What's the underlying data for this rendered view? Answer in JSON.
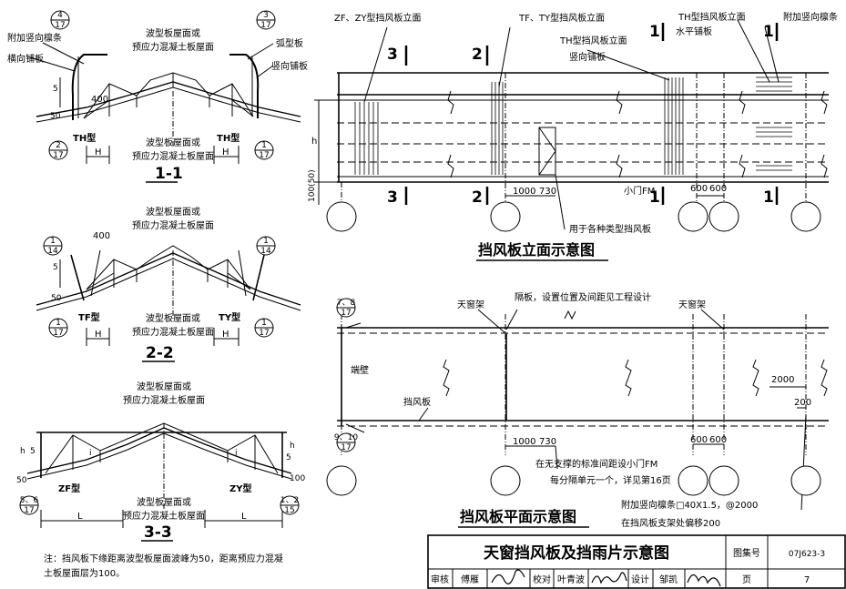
{
  "section_1": {
    "title": "1-1",
    "label_added_purlin": "附加竖向檩条",
    "label_horizontal_board": "横向铺板",
    "label_arc_board": "弧型板",
    "label_vertical_board": "竖向铺板",
    "roof_top_line1": "波型板屋面或",
    "roof_top_line2": "预应力混凝土板屋面",
    "roof_bottom_line1": "波型板屋面或",
    "roof_bottom_line2": "预应力混凝土板屋面",
    "type_left": "TH型",
    "type_right": "TH型",
    "ref_tl_num": "4",
    "ref_tl_den": "17",
    "ref_tr_num": "3",
    "ref_tr_den": "17",
    "ref_bl_num": "2",
    "ref_bl_den": "17",
    "ref_br_num": "1",
    "ref_br_den": "17",
    "dim_400": "400",
    "dim_5": "5",
    "dim_50": "50",
    "dim_H": "H"
  },
  "section_2": {
    "title": "2-2",
    "roof_top_line1": "波型板屋面或",
    "roof_top_line2": "预应力混凝土板屋面",
    "roof_bottom_line1": "波型板屋面或",
    "roof_bottom_line2": "预应力混凝土板屋面",
    "type_left": "TF型",
    "type_right": "TY型",
    "ref_tl_num": "1",
    "ref_tl_den": "14",
    "ref_tr_num": "1",
    "ref_tr_den": "14",
    "ref_bl_num": "1",
    "ref_bl_den": "17",
    "ref_br_num": "1",
    "ref_br_den": "17",
    "dim_400": "400",
    "dim_5": "5",
    "dim_50": "50",
    "dim_H": "H"
  },
  "section_3": {
    "title": "3-3",
    "roof_top_line1": "波型板屋面或",
    "roof_top_line2": "预应力混凝土板屋面",
    "roof_bottom_line1": "波型板屋面或",
    "roof_bottom_line2": "预应力混凝土板屋面",
    "type_left": "ZF型",
    "type_right": "ZY型",
    "ref_bl": "5、6",
    "ref_bl_den": "17",
    "ref_br": "1、2",
    "ref_br_den": "15",
    "dim_h": "h",
    "dim_5": "5",
    "dim_50": "50",
    "dim_100": "100",
    "dim_L": "L",
    "dim_i": "i"
  },
  "elevation": {
    "title": "挡风板立面示意图",
    "label_zf_zy": "ZF、ZY型挡风板立面",
    "label_tf_ty": "TF、TY型挡风板立面",
    "label_th_top": "TH型挡风板立面",
    "label_added_purlin": "附加竖向檩条",
    "label_horizontal_board": "水平铺板",
    "label_th": "TH型挡风板立面",
    "label_vertical_board": "竖向铺板",
    "label_door": "小门FM",
    "label_all_types": "用于各种类型挡风板",
    "cut_3": "3",
    "cut_2": "2",
    "cut_1": "1",
    "dim_h": "h",
    "dim_100_50": "100(50)",
    "dim_1000": "1000",
    "dim_730": "730",
    "dim_600a": "600",
    "dim_600b": "600"
  },
  "plan": {
    "title": "挡风板平面示意图",
    "label_skylight_frame_left": "天窗架",
    "label_skylight_frame_right": "天窗架",
    "label_partition": "隔板，设置位置及间距见工程设计",
    "label_end_wall": "端壁",
    "label_wind_board": "挡风板",
    "ref_top": "7、8",
    "ref_top_den": "17",
    "ref_bottom": "9、10",
    "ref_bottom_den": "17",
    "dim_2000": "2000",
    "dim_200": "200",
    "dim_1000": "1000",
    "dim_730": "730",
    "dim_600a": "600",
    "dim_600b": "600",
    "note_door_line1": "在无支撑的标准间距设小门FM",
    "note_door_line2": "每分隔单元一个，详见第16页",
    "note_purlin_line1": "附加竖向檩条□40X1.5，@2000",
    "note_purlin_line2": "在挡风板支架处偏移200"
  },
  "note": {
    "line1": "注：挡风板下缘距离波型板屋面波峰为50，距离预应力混凝",
    "line2": "土板屋面层为100。"
  },
  "title_block": {
    "title": "天窗挡风板及挡雨片示意图",
    "atlas_label": "图集号",
    "atlas_no": "07J623-3",
    "review_label": "审核",
    "review_name": "傅雁",
    "check_label": "校对",
    "check_name": "叶青波",
    "design_label": "设计",
    "design_name": "邹凯",
    "page_label": "页",
    "page_no": "7"
  }
}
